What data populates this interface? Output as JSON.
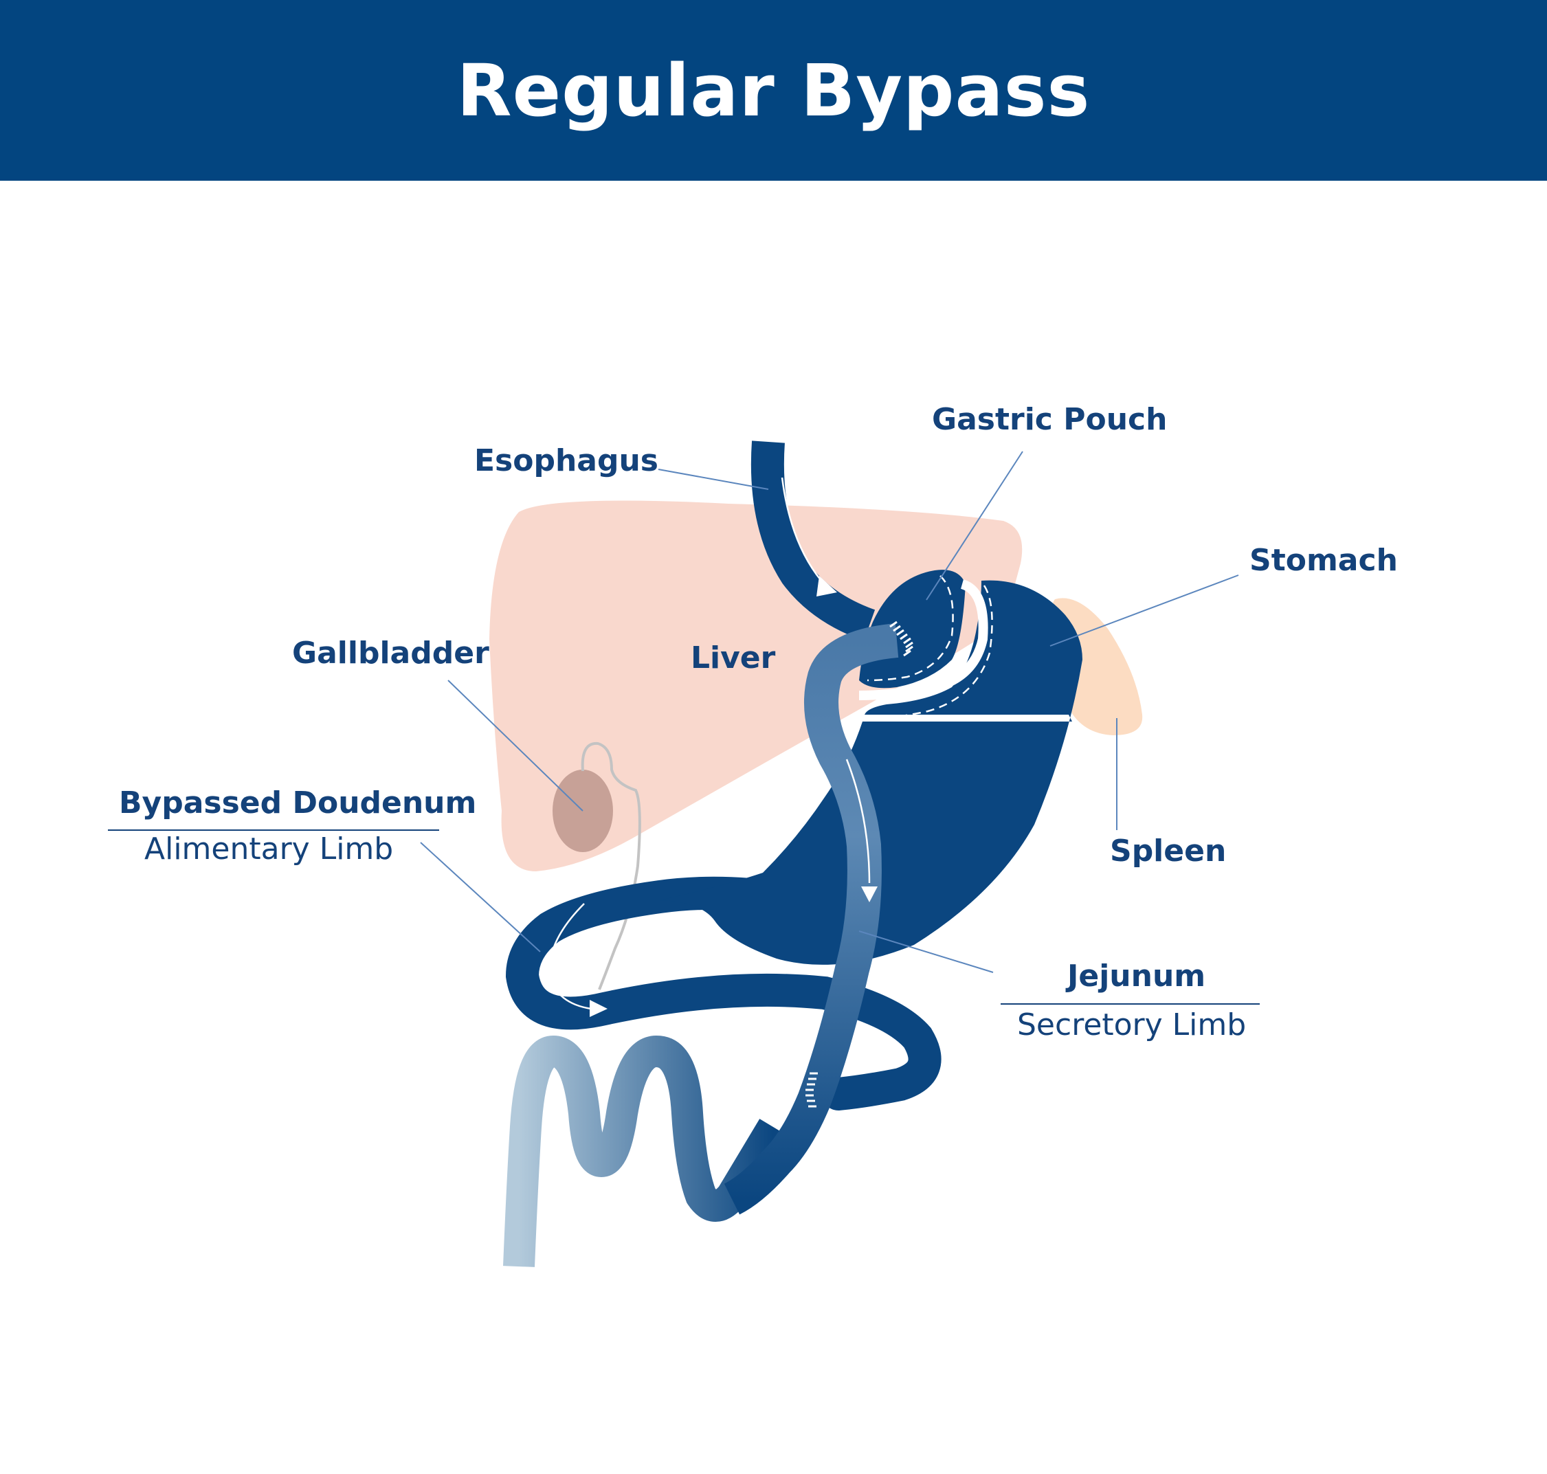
{
  "header": {
    "title": "Regular Bypass"
  },
  "labels": {
    "esophagus": "Esophagus",
    "gastric_pouch": "Gastric Pouch",
    "stomach": "Stomach",
    "gallbladder": "Gallbladder",
    "liver": "Liver",
    "bypassed_duodenum": "Bypassed Doudenum",
    "alimentary_limb": "Alimentary Limb",
    "spleen": "Spleen",
    "jejunum": "Jejunum",
    "secretory_limb": "Secretory Limb"
  },
  "colors": {
    "header": "#034580",
    "organ_blue": "#0b4680",
    "liver": "#f9d8cd",
    "spleen": "#fcdcc2",
    "gallbladder": "#c7a197",
    "label_text": "#14427a",
    "leader_line": "#5b86bd"
  }
}
